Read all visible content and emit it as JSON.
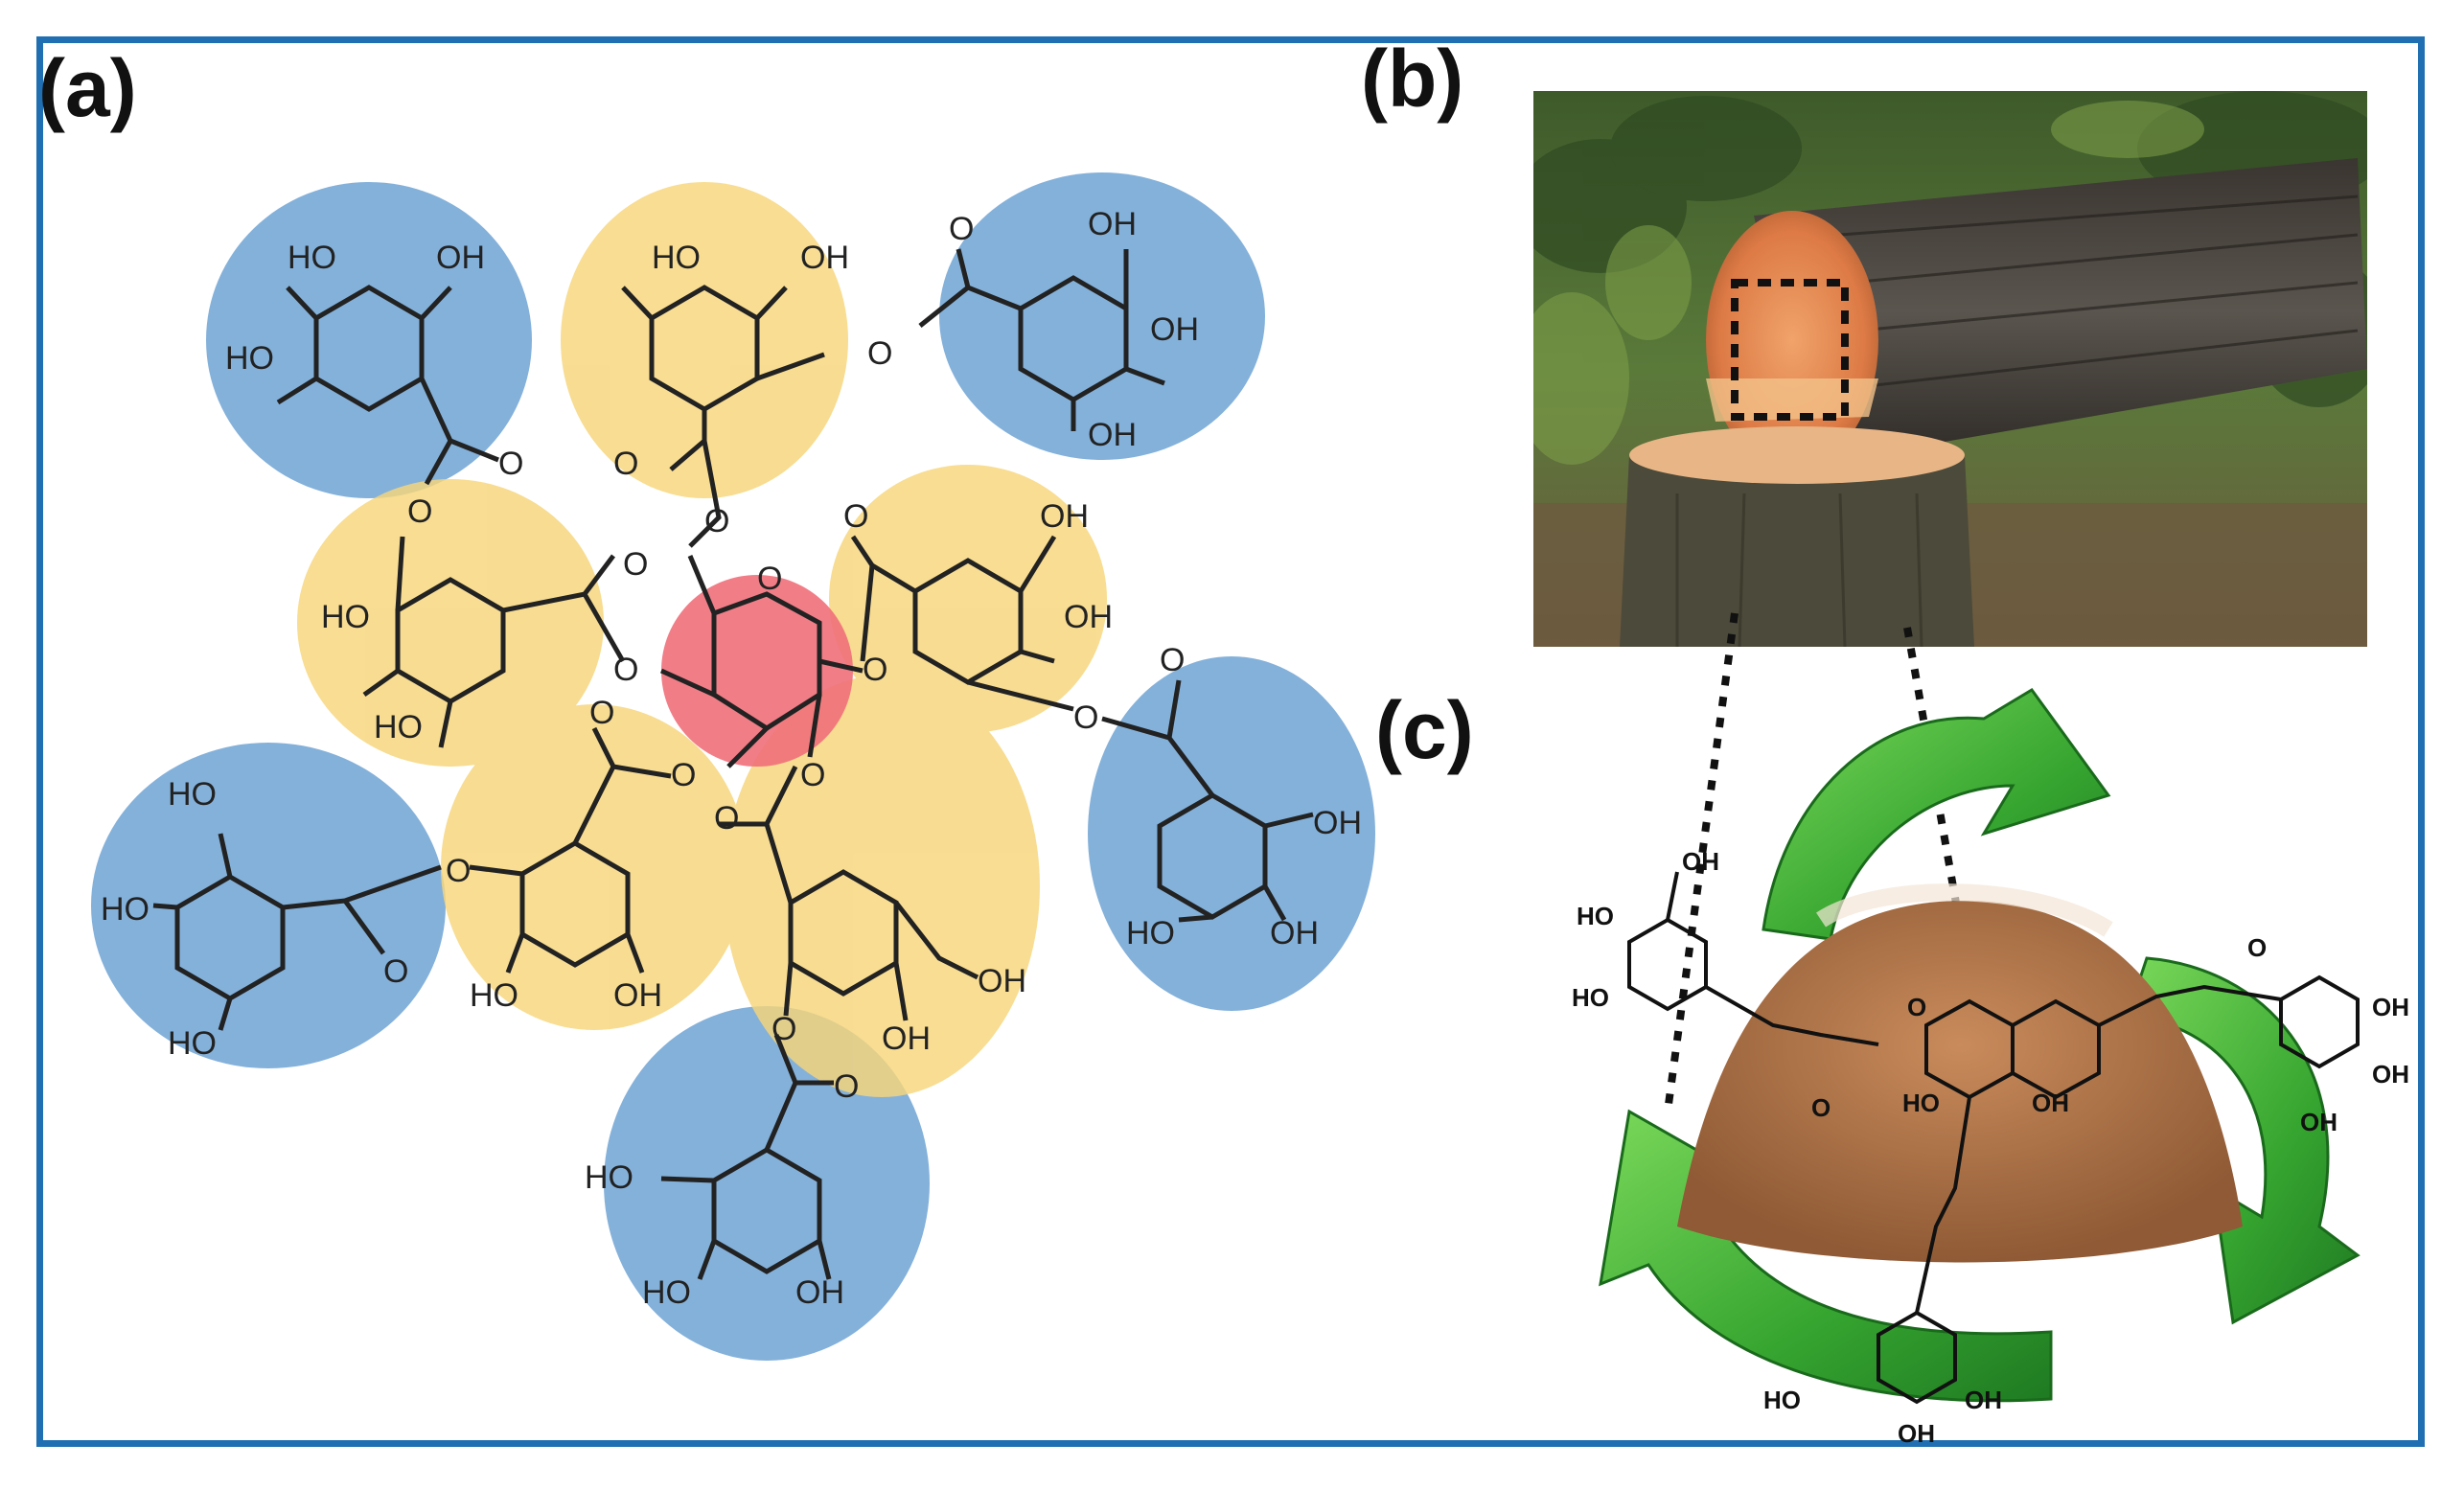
{
  "panels": {
    "a": "(a)",
    "b": "(b)",
    "c": "(c)"
  },
  "colors": {
    "frame": "#1f6fb2",
    "blue_highlight": "#6fa3d3",
    "yellow_highlight": "#f6d57a",
    "red_highlight": "#ef6f7a",
    "recycle_green": "#3fb23a",
    "sawdust": "#b57a4f"
  },
  "icons": {
    "recycle": "recycle-arrows-icon",
    "sawdust": "sawdust-pile-icon",
    "log": "felled-log-photo"
  },
  "molecule_labels": {
    "oh": "OH",
    "ho": "HO",
    "o": "O",
    "carbonyl": "O"
  },
  "overlay_labels": {
    "oh": "OH",
    "ho": "HO",
    "ho_lower": "HO",
    "o": "O"
  }
}
